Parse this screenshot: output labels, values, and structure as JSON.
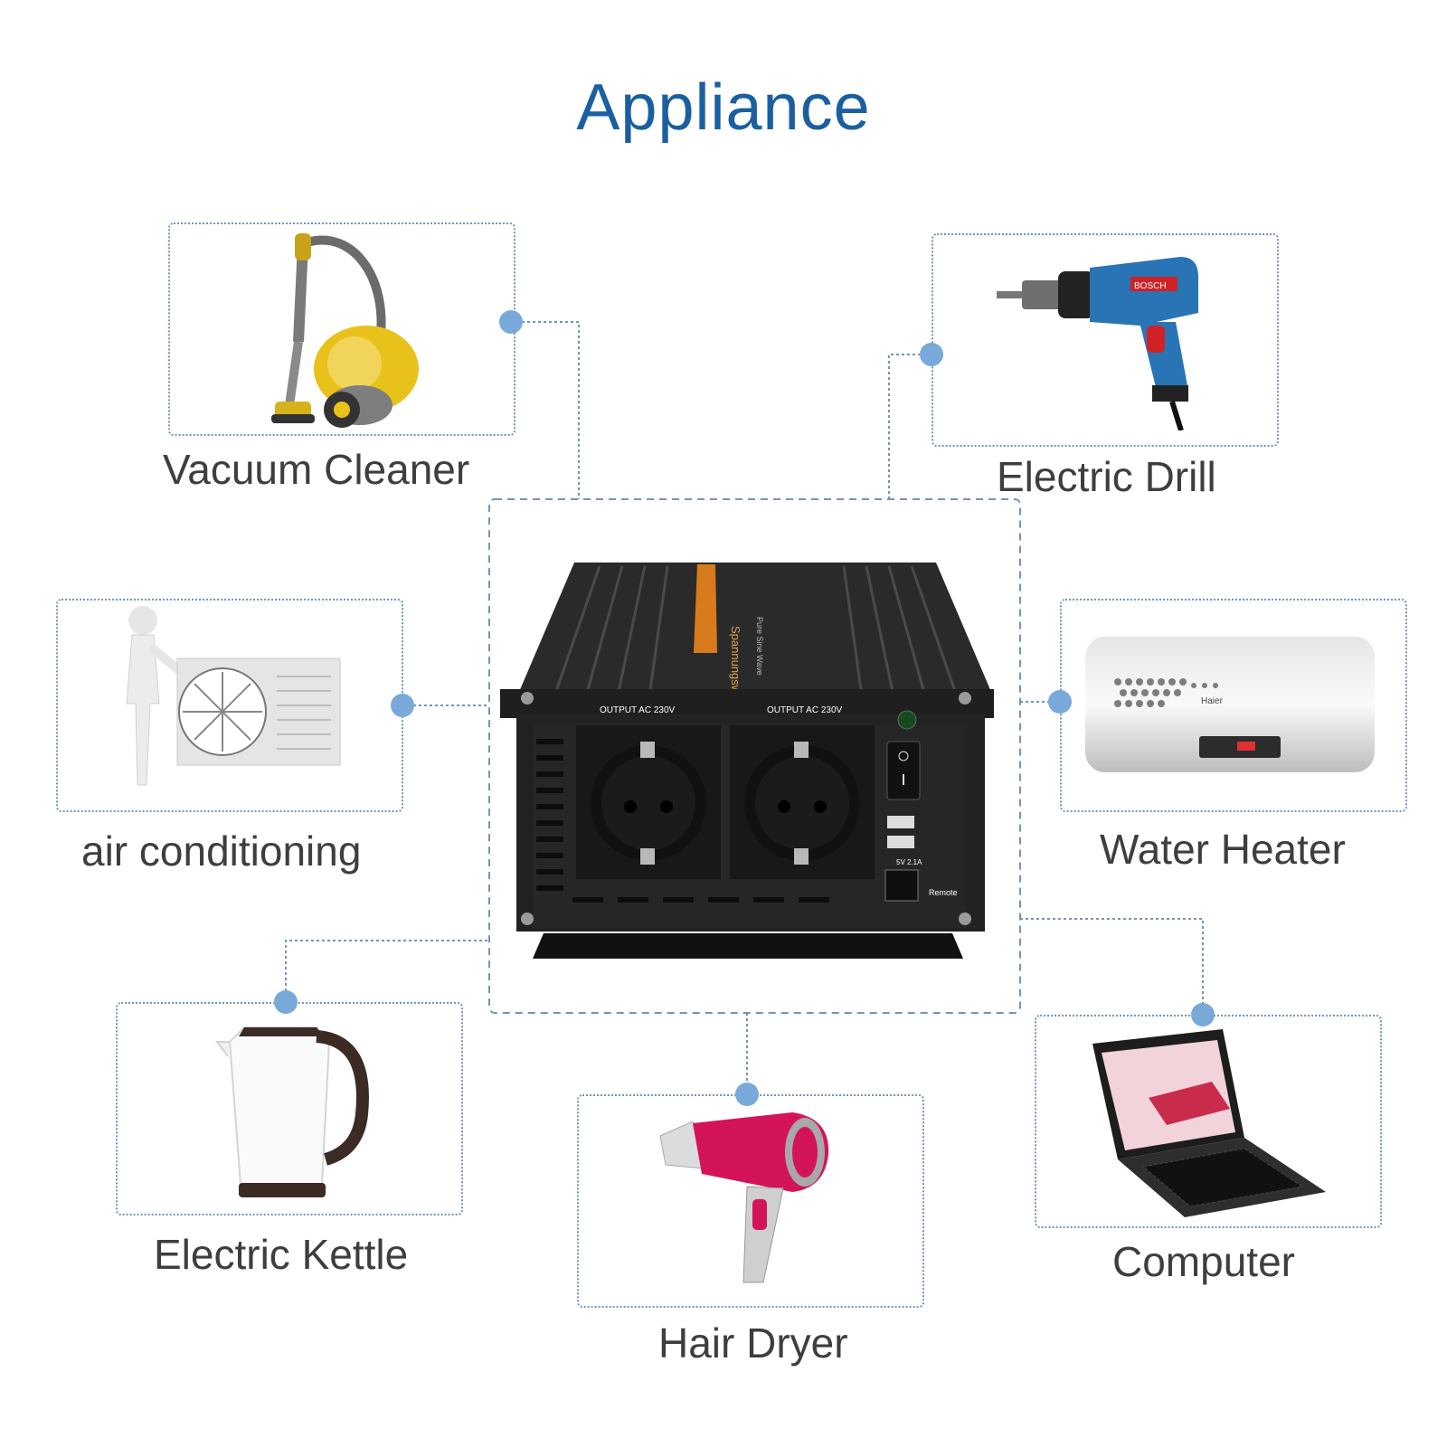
{
  "title": "Appliance",
  "appliances": {
    "vacuum": "Vacuum Cleaner",
    "drill": "Electric Drill",
    "ac": "air conditioning",
    "heater": "Water Heater",
    "kettle": "Electric Kettle",
    "dryer": "Hair Dryer",
    "computer": "Computer"
  },
  "inverter": {
    "output_left": "OUTPUT AC 230V",
    "output_right": "OUTPUT AC 230V",
    "usb": "5V 2.1A",
    "remote": "Remote"
  },
  "product_text": {
    "heater_brand": "Haier",
    "drill_brand": "BOSCH",
    "inverter_brand": "Spannungswandler",
    "inverter_sub": "Pure Sine Wave"
  },
  "colors": {
    "title": "#1a5fa0",
    "accent_dot": "#78a9d8",
    "card_border": "#6f96bc",
    "label": "#3e3e3e"
  }
}
